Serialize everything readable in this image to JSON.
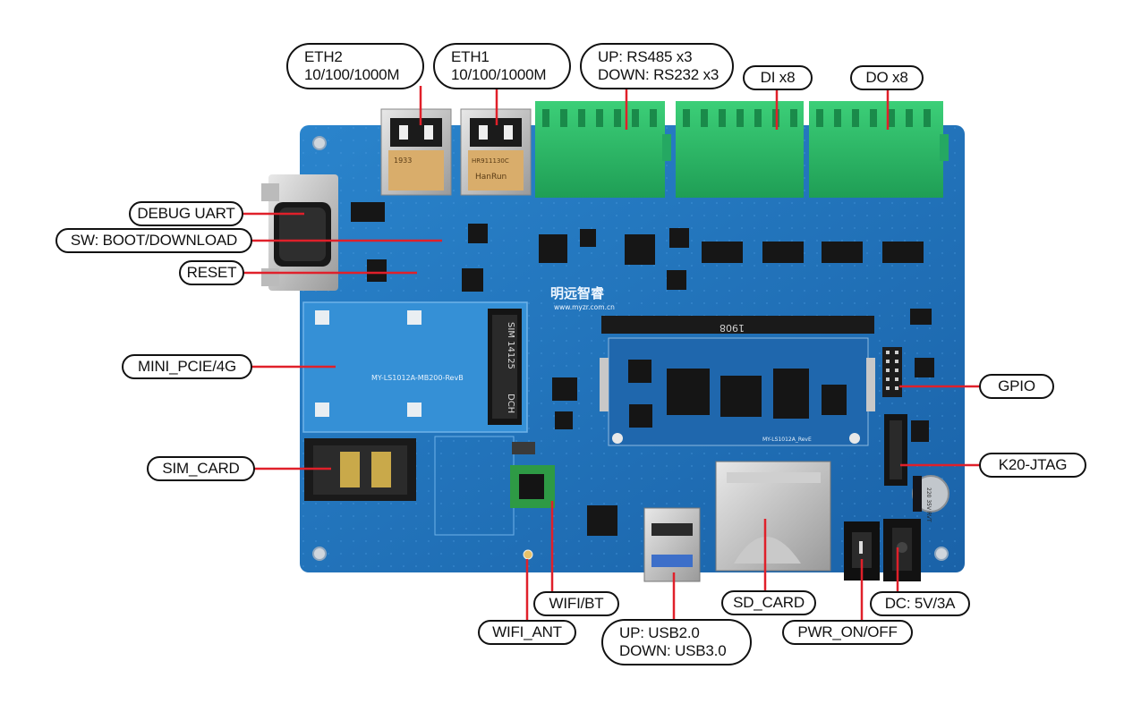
{
  "board": {
    "silkscreen_model": "MY-LS1012A-MB200-RevB",
    "som_model": "MY-LS1012A_RevE",
    "brand_cn": "明远智睿",
    "brand_url": "www.myzr.com.cn",
    "som_chip_code": "1908",
    "rj45_text": "1933",
    "rj45_part": "HR911130C",
    "rj45_brand": "HanRun",
    "slot_text_sim": "SIM 14125",
    "slot_text_dch": "DCH",
    "cap_text": "220 35V RVT"
  },
  "labels": {
    "eth2": {
      "line1": "ETH2",
      "line2": "10/100/1000M"
    },
    "eth1": {
      "line1": "ETH1",
      "line2": "10/100/1000M"
    },
    "rs": {
      "line1": "UP: RS485 x3",
      "line2": "DOWN: RS232 x3"
    },
    "di": {
      "text": "DI x8"
    },
    "do": {
      "text": "DO x8"
    },
    "debug": {
      "text": "DEBUG UART"
    },
    "sw": {
      "text": "SW: BOOT/DOWNLOAD"
    },
    "reset": {
      "text": "RESET"
    },
    "pcie": {
      "text": "MINI_PCIE/4G"
    },
    "sim": {
      "text": "SIM_CARD"
    },
    "gpio": {
      "text": "GPIO"
    },
    "jtag": {
      "text": "K20-JTAG"
    },
    "wifibt": {
      "text": "WIFI/BT"
    },
    "wifiant": {
      "text": "WIFI_ANT"
    },
    "usb": {
      "line1": "UP: USB2.0",
      "line2": "DOWN: USB3.0"
    },
    "sdcard": {
      "text": "SD_CARD"
    },
    "dc": {
      "text": "DC: 5V/3A"
    },
    "pwr": {
      "text": "PWR_ON/OFF"
    }
  },
  "colors": {
    "pcb": "#1d6fb8",
    "pcb_light": "#2b86cf",
    "terminal": "#2fbf6a",
    "leader": "#e0202a",
    "callout_border": "#111111"
  }
}
